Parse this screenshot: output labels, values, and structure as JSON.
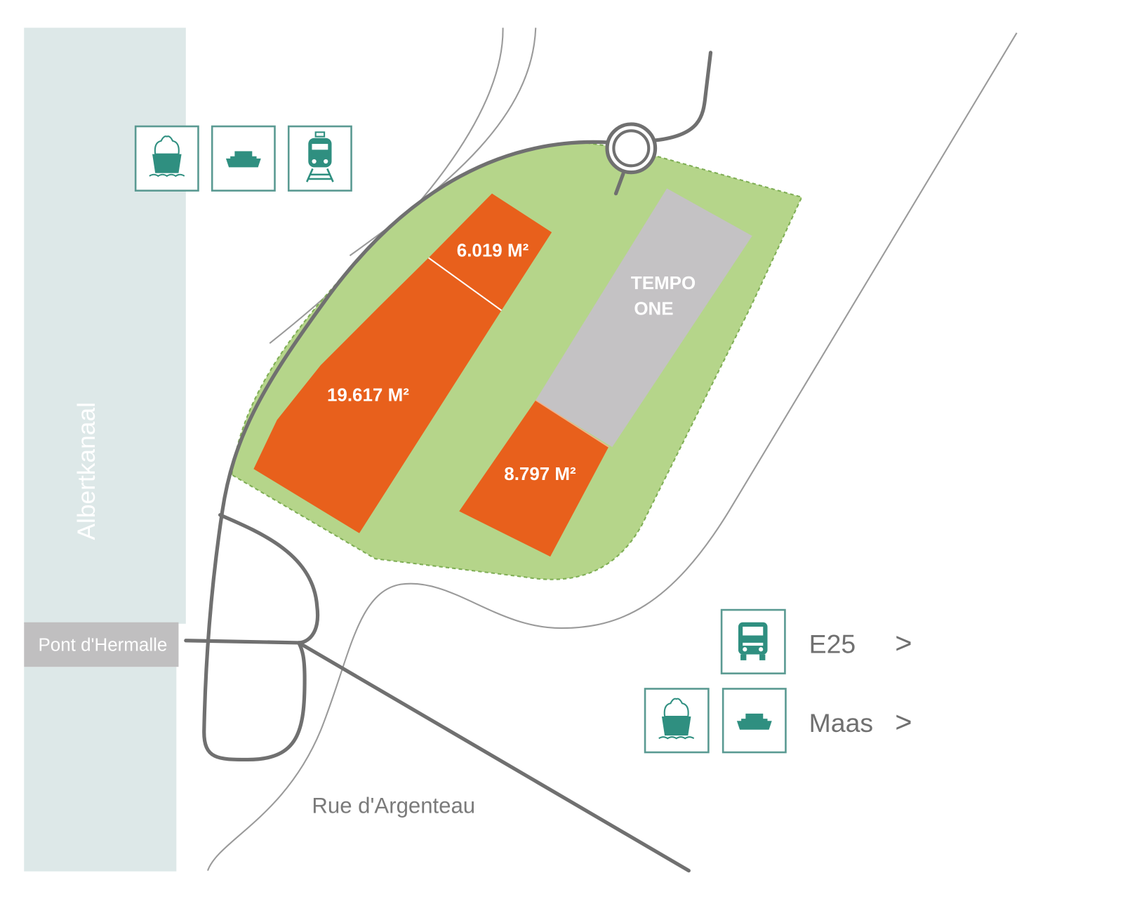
{
  "map": {
    "canal_label": "Albertkanaal",
    "bridge_label": "Pont d'Hermalle",
    "street_label": "Rue d'Argenteau",
    "existing_building": {
      "line1": "TEMPO",
      "line2": "ONE"
    },
    "plots": [
      {
        "label": "6.019 M²"
      },
      {
        "label": "19.617 M²"
      },
      {
        "label": "8.797 M²"
      }
    ],
    "transport_top": [
      "cargo-ship-icon",
      "barge-icon",
      "train-icon"
    ],
    "links": [
      {
        "label": "E25",
        "chevron": ">",
        "icons": [
          "truck-icon"
        ]
      },
      {
        "label": "Maas",
        "chevron": ">",
        "icons": [
          "cargo-ship-icon",
          "barge-icon"
        ]
      }
    ],
    "colors": {
      "plot": "#e8601c",
      "site": "#b5d58a",
      "building": "#c4c2c4",
      "canal": "#dde8e8",
      "icon": "#2f8f80",
      "road": "#707070"
    }
  }
}
